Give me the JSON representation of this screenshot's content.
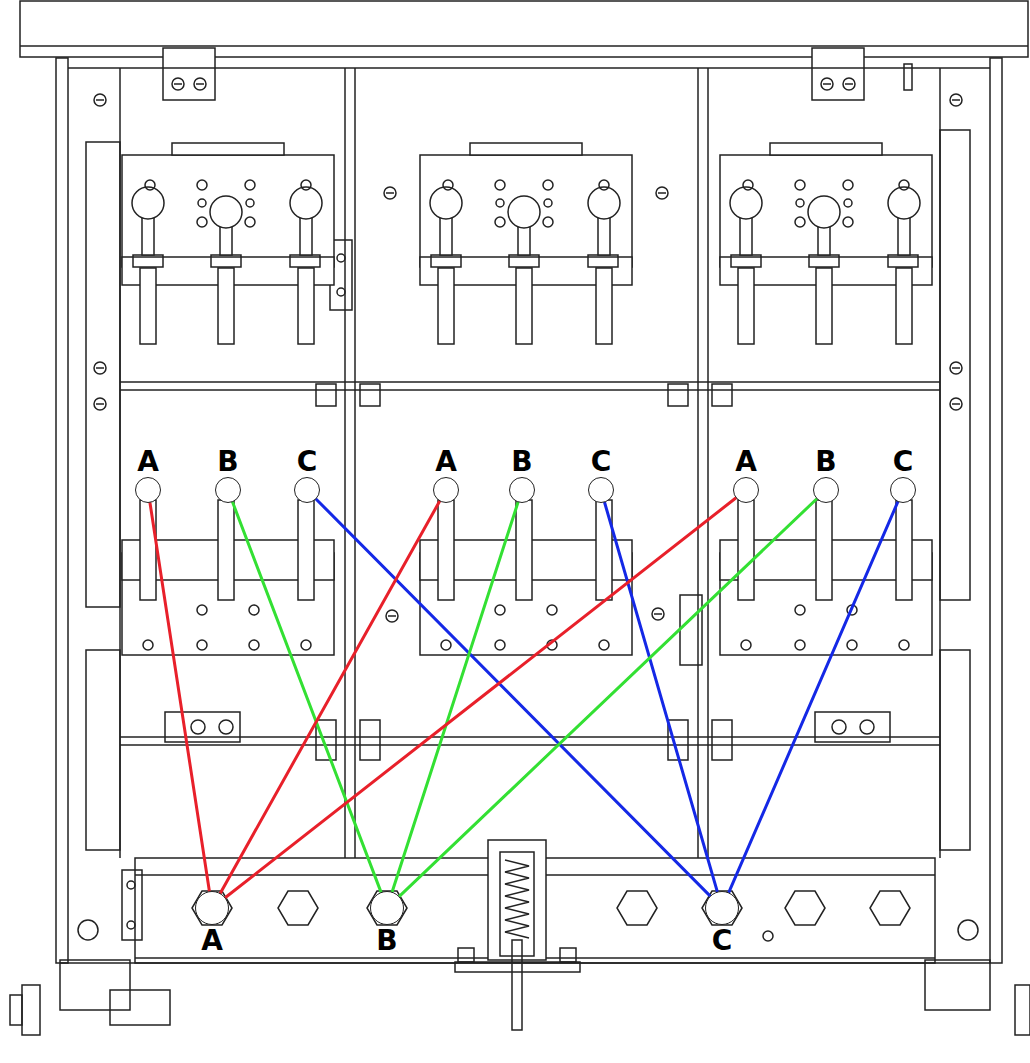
{
  "diagram": {
    "nodes": [
      {
        "text": [
          "A"
        ]
      },
      {
        "text": [
          "B"
        ]
      },
      {
        "text": [
          "C"
        ]
      },
      {
        "text": [
          "A"
        ]
      },
      {
        "text": [
          "B"
        ]
      },
      {
        "text": [
          "C"
        ]
      },
      {
        "text": [
          "A"
        ]
      },
      {
        "text": [
          "B"
        ]
      },
      {
        "text": [
          "C"
        ]
      },
      {
        "text": [
          "A"
        ]
      },
      {
        "text": [
          "B"
        ]
      },
      {
        "text": [
          "C"
        ]
      }
    ],
    "edges": [
      {
        "from": 0,
        "to": 9,
        "arrow": "none"
      },
      {
        "from": 1,
        "to": 10,
        "arrow": "none"
      },
      {
        "from": 2,
        "to": 11,
        "arrow": "none"
      },
      {
        "from": 3,
        "to": 9,
        "arrow": "none"
      },
      {
        "from": 4,
        "to": 10,
        "arrow": "none"
      },
      {
        "from": 5,
        "to": 11,
        "arrow": "none"
      },
      {
        "from": 6,
        "to": 9,
        "arrow": "none"
      },
      {
        "from": 7,
        "to": 10,
        "arrow": "none"
      },
      {
        "from": 8,
        "to": 11,
        "arrow": "none"
      }
    ]
  }
}
